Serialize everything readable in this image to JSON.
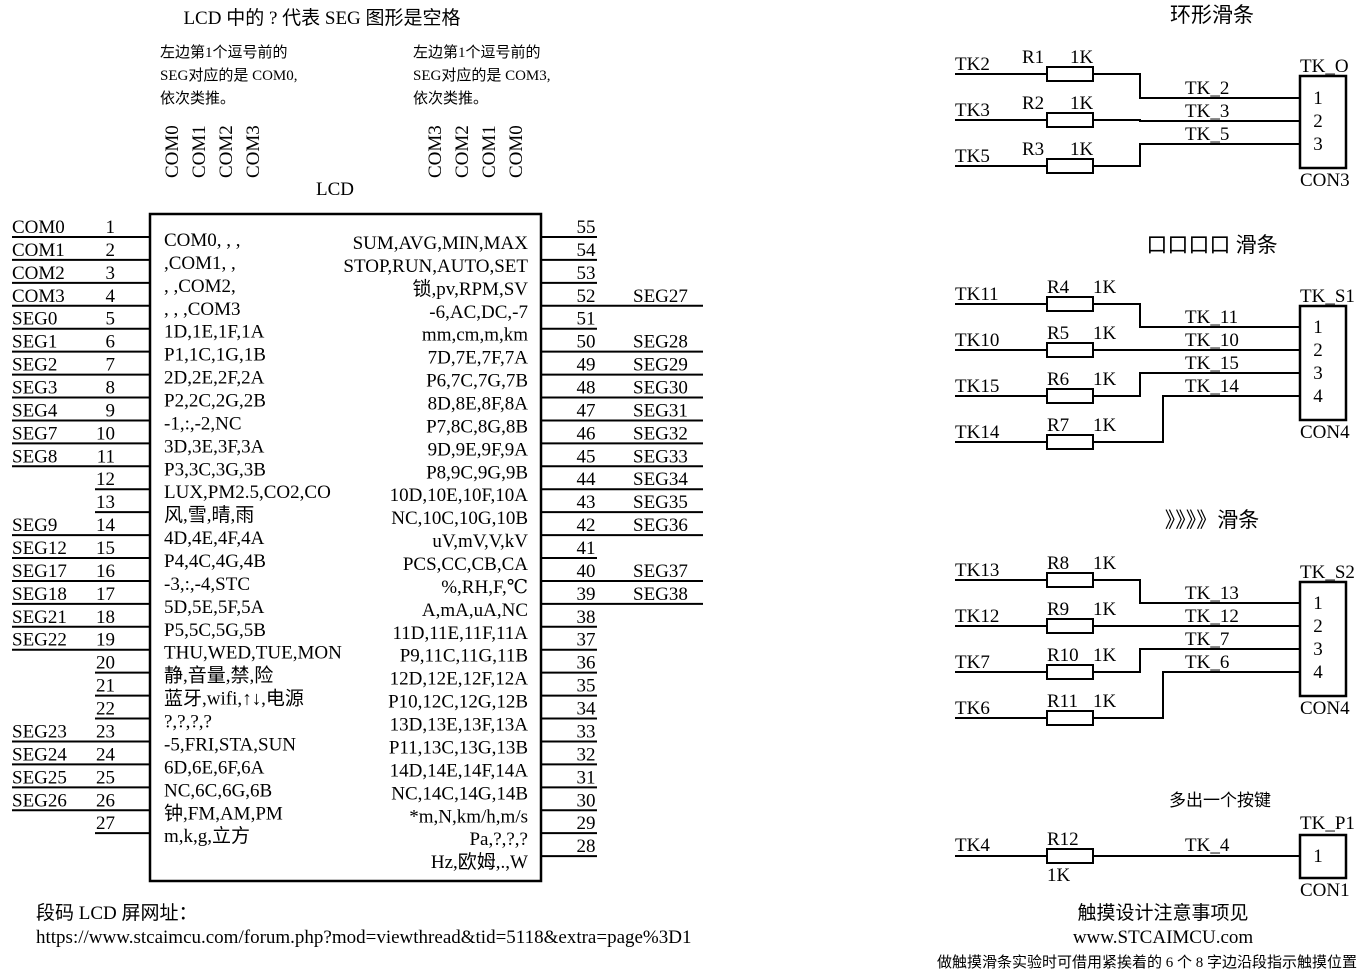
{
  "title": "LCD 中的 ? 代表 SEG 图形是空格",
  "notes_left": [
    "左边第1个逗号前的",
    "SEG对应的是 COM0,",
    "依次类推。"
  ],
  "notes_right": [
    "左边第1个逗号前的",
    "SEG对应的是 COM3,",
    "依次类推。"
  ],
  "com_left": [
    "COM0",
    "COM1",
    "COM2",
    "COM3"
  ],
  "com_right": [
    "COM3",
    "COM2",
    "COM1",
    "COM0"
  ],
  "lcd_label": "LCD",
  "left_pins": [
    {
      "pin": "1",
      "net": "COM0"
    },
    {
      "pin": "2",
      "net": "COM1"
    },
    {
      "pin": "3",
      "net": "COM2"
    },
    {
      "pin": "4",
      "net": "COM3"
    },
    {
      "pin": "5",
      "net": "SEG0"
    },
    {
      "pin": "6",
      "net": "SEG1"
    },
    {
      "pin": "7",
      "net": "SEG2"
    },
    {
      "pin": "8",
      "net": "SEG3"
    },
    {
      "pin": "9",
      "net": "SEG4"
    },
    {
      "pin": "10",
      "net": "SEG7"
    },
    {
      "pin": "11",
      "net": "SEG8"
    },
    {
      "pin": "12",
      "net": ""
    },
    {
      "pin": "13",
      "net": ""
    },
    {
      "pin": "14",
      "net": "SEG9"
    },
    {
      "pin": "15",
      "net": "SEG12"
    },
    {
      "pin": "16",
      "net": "SEG17"
    },
    {
      "pin": "17",
      "net": "SEG18"
    },
    {
      "pin": "18",
      "net": "SEG21"
    },
    {
      "pin": "19",
      "net": "SEG22"
    },
    {
      "pin": "20",
      "net": ""
    },
    {
      "pin": "21",
      "net": ""
    },
    {
      "pin": "22",
      "net": ""
    },
    {
      "pin": "23",
      "net": "SEG23"
    },
    {
      "pin": "24",
      "net": "SEG24"
    },
    {
      "pin": "25",
      "net": "SEG25"
    },
    {
      "pin": "26",
      "net": "SEG26"
    },
    {
      "pin": "27",
      "net": ""
    }
  ],
  "left_segments": [
    "COM0, , ,",
    " ,COM1, ,",
    " , ,COM2,",
    " , , ,COM3",
    "1D,1E,1F,1A",
    "P1,1C,1G,1B",
    "2D,2E,2F,2A",
    "P2,2C,2G,2B",
    "-1,:,-2,NC",
    "3D,3E,3F,3A",
    "P3,3C,3G,3B",
    "LUX,PM2.5,CO2,CO",
    "风,雪,晴,雨",
    "4D,4E,4F,4A",
    "P4,4C,4G,4B",
    "-3,:,-4,STC",
    "5D,5E,5F,5A",
    "P5,5C,5G,5B",
    "THU,WED,TUE,MON",
    "静,音量,禁,险",
    "蓝牙,wifi,↑↓,电源",
    "?,?,?,?",
    "-5,FRI,STA,SUN",
    "6D,6E,6F,6A",
    "NC,6C,6G,6B",
    "钟,FM,AM,PM",
    "m,k,g,立方"
  ],
  "right_pins": [
    {
      "pin": "55",
      "net": ""
    },
    {
      "pin": "54",
      "net": ""
    },
    {
      "pin": "53",
      "net": ""
    },
    {
      "pin": "52",
      "net": "SEG27"
    },
    {
      "pin": "51",
      "net": ""
    },
    {
      "pin": "50",
      "net": "SEG28"
    },
    {
      "pin": "49",
      "net": "SEG29"
    },
    {
      "pin": "48",
      "net": "SEG30"
    },
    {
      "pin": "47",
      "net": "SEG31"
    },
    {
      "pin": "46",
      "net": "SEG32"
    },
    {
      "pin": "45",
      "net": "SEG33"
    },
    {
      "pin": "44",
      "net": "SEG34"
    },
    {
      "pin": "43",
      "net": "SEG35"
    },
    {
      "pin": "42",
      "net": "SEG36"
    },
    {
      "pin": "41",
      "net": ""
    },
    {
      "pin": "40",
      "net": "SEG37"
    },
    {
      "pin": "39",
      "net": "SEG38"
    },
    {
      "pin": "38",
      "net": ""
    },
    {
      "pin": "37",
      "net": ""
    },
    {
      "pin": "36",
      "net": ""
    },
    {
      "pin": "35",
      "net": ""
    },
    {
      "pin": "34",
      "net": ""
    },
    {
      "pin": "33",
      "net": ""
    },
    {
      "pin": "32",
      "net": ""
    },
    {
      "pin": "31",
      "net": ""
    },
    {
      "pin": "30",
      "net": ""
    },
    {
      "pin": "29",
      "net": ""
    },
    {
      "pin": "28",
      "net": ""
    }
  ],
  "right_segments": [
    "SUM,AVG,MIN,MAX",
    "STOP,RUN,AUTO,SET",
    "锁,pv,RPM,SV",
    "-6,AC,DC,-7",
    "mm,cm,m,km",
    "7D,7E,7F,7A",
    "P6,7C,7G,7B",
    "8D,8E,8F,8A",
    "P7,8C,8G,8B",
    "9D,9E,9F,9A",
    "P8,9C,9G,9B",
    "10D,10E,10F,10A",
    "NC,10C,10G,10B",
    "uV,mV,V,kV",
    "PCS,CC,CB,CA",
    "%,RH,F,℃",
    "A,mA,uA,NC",
    "11D,11E,11F,11A",
    "P9,11C,11G,11B",
    "12D,12E,12F,12A",
    "P10,12C,12G,12B",
    "13D,13E,13F,13A",
    "P11,13C,13G,13B",
    "14D,14E,14F,14A",
    "NC,14C,14G,14B",
    "*m,N,km/h,m/s",
    "Pa,?,?,?",
    "Hz,欧姆,.,W"
  ],
  "sliders": [
    {
      "title": "环形滑条",
      "connector": "TK_O",
      "connector_type": "CON3",
      "rows": [
        {
          "input": "TK2",
          "res": "R1",
          "value": "1K",
          "net": "TK_2",
          "pin": "1"
        },
        {
          "input": "TK3",
          "res": "R2",
          "value": "1K",
          "net": "TK_3",
          "pin": "2"
        },
        {
          "input": "TK5",
          "res": "R3",
          "value": "1K",
          "net": "TK_5",
          "pin": "3"
        }
      ]
    },
    {
      "title": "口口口口 滑条",
      "connector": "TK_S1",
      "connector_type": "CON4",
      "rows": [
        {
          "input": "TK11",
          "res": "R4",
          "value": "1K",
          "net": "TK_11",
          "pin": "1"
        },
        {
          "input": "TK10",
          "res": "R5",
          "value": "1K",
          "net": "TK_10",
          "pin": "2"
        },
        {
          "input": "TK15",
          "res": "R6",
          "value": "1K",
          "net": "TK_15",
          "pin": "3"
        },
        {
          "input": "TK14",
          "res": "R7",
          "value": "1K",
          "net": "TK_14",
          "pin": "4"
        }
      ]
    },
    {
      "title": "》》》》滑条",
      "connector": "TK_S2",
      "connector_type": "CON4",
      "rows": [
        {
          "input": "TK13",
          "res": "R8",
          "value": "1K",
          "net": "TK_13",
          "pin": "1"
        },
        {
          "input": "TK12",
          "res": "R9",
          "value": "1K",
          "net": "TK_12",
          "pin": "2"
        },
        {
          "input": "TK7",
          "res": "R10",
          "value": "1K",
          "net": "TK_7",
          "pin": "3"
        },
        {
          "input": "TK6",
          "res": "R11",
          "value": "1K",
          "net": "TK_6",
          "pin": "4"
        }
      ]
    }
  ],
  "key": {
    "title": "多出一个按键",
    "input": "TK4",
    "res": "R12",
    "value": "1K",
    "net": "TK_4",
    "connector": "TK_P1",
    "connector_type": "CON1",
    "pin": "1"
  },
  "footer": {
    "lcd_link_label": "段码 LCD 屏网址：",
    "lcd_link_url": "https://www.stcaimcu.com/forum.php?mod=viewthread&tid=5118&extra=page%3D1",
    "touch_note_title": "触摸设计注意事项见",
    "touch_note_site": "www.STCAIMCU.com",
    "touch_note_hint": "做触摸滑条实验时可借用紧挨着的 6 个 8 字边沿段指示触摸位置"
  }
}
